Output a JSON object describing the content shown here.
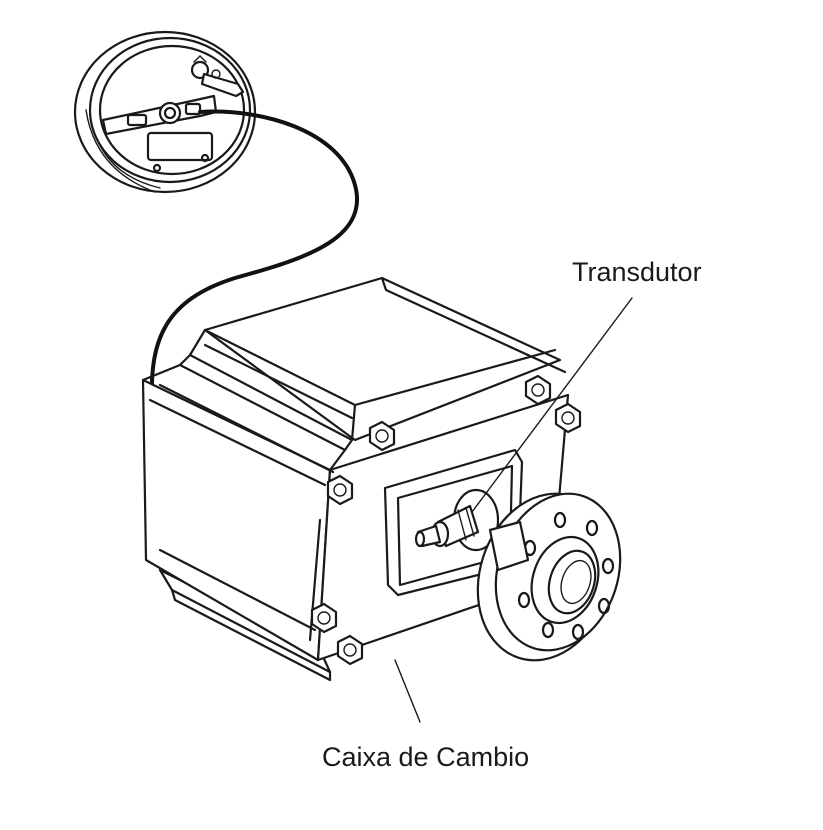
{
  "labels": {
    "transducer": "Transdutor",
    "gearbox": "Caixa de Cambio"
  },
  "icons": {
    "gauge": "speedometer-gauge-icon",
    "gearbox": "gearbox-drawing",
    "flange": "output-flange-drawing"
  },
  "colors": {
    "line": "#1a1a1a",
    "background": "#ffffff"
  }
}
